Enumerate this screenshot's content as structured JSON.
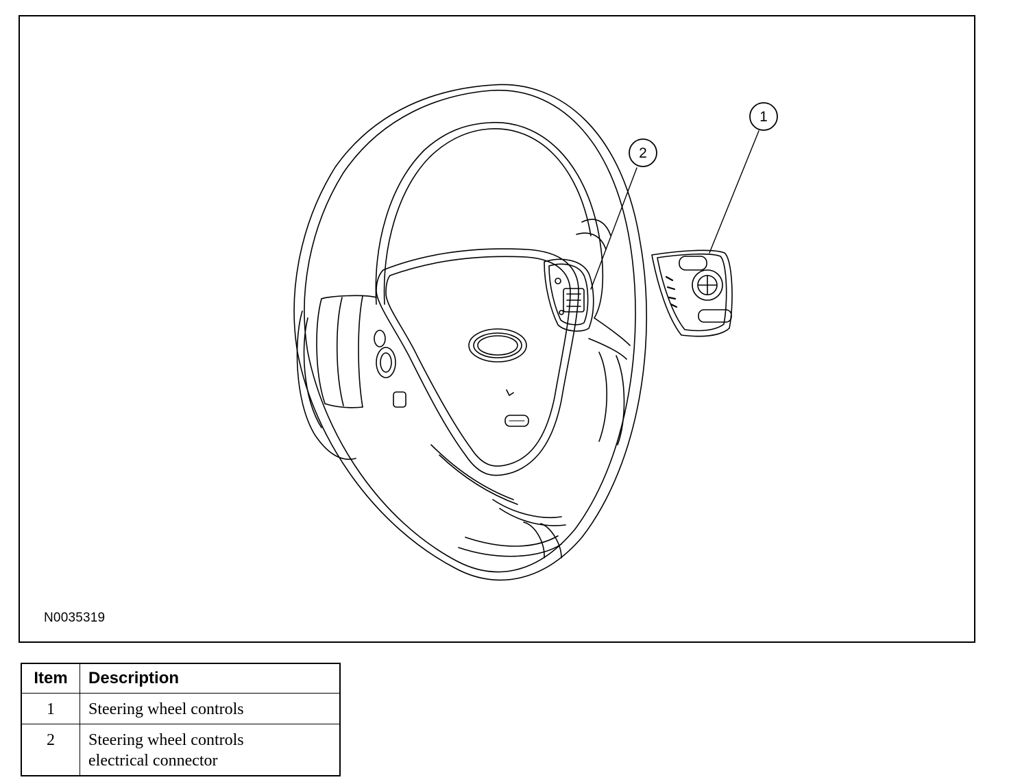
{
  "figure": {
    "id": "N0035319",
    "callouts": [
      {
        "number": "1"
      },
      {
        "number": "2"
      }
    ]
  },
  "legend": {
    "headers": {
      "item": "Item",
      "description": "Description"
    },
    "rows": [
      {
        "item": "1",
        "description_lines": [
          "Steering wheel controls"
        ]
      },
      {
        "item": "2",
        "description_lines": [
          "Steering wheel controls",
          "electrical connector"
        ]
      }
    ]
  },
  "icons": {
    "airbag_badge": "airbag-label-icon",
    "logo_badge": "oval-emblem-icon"
  }
}
